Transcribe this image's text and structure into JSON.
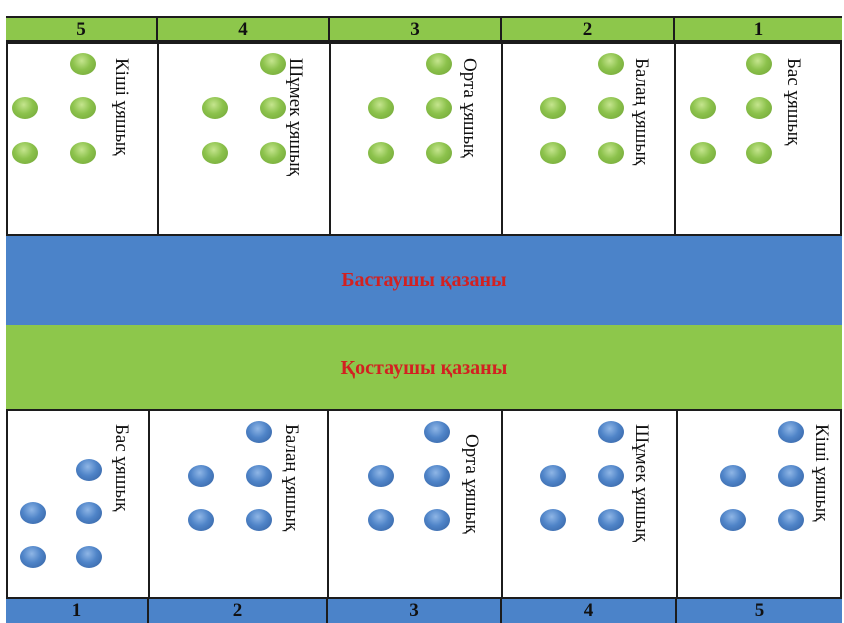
{
  "top_numbers": [
    "5",
    "4",
    "3",
    "2",
    "1"
  ],
  "bottom_numbers": [
    "1",
    "2",
    "3",
    "4",
    "5"
  ],
  "top_pits": [
    "Кіші ұяшық",
    "Шұмек ұяшық",
    "Орта ұяшық",
    "Балаң ұяшық",
    "Бас ұяшық"
  ],
  "bottom_pits": [
    "Бас ұяшық",
    "Балаң ұяшық",
    "Орта ұяшық",
    "Шұмек ұяшық",
    "Кіші ұяшық"
  ],
  "kazan_top": "Бастаушы қазаны",
  "kazan_bottom": "Қостаушы қазаны",
  "colors": {
    "green": "#8dc74b",
    "blue": "#4b83c9",
    "label_red": "#d22121"
  }
}
